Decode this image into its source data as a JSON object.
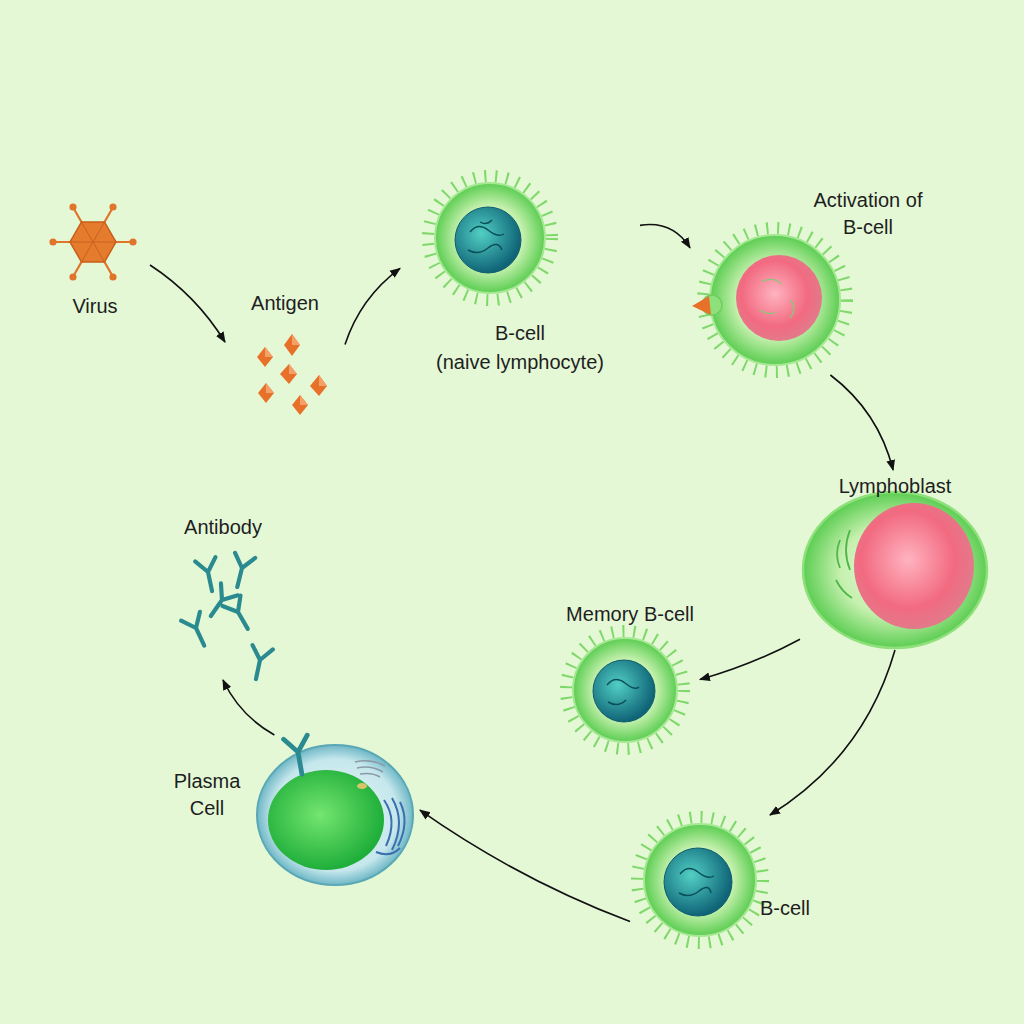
{
  "diagram": {
    "nodes": [
      {
        "text": [
          "Virus"
        ]
      },
      {
        "text": [
          "Antigen"
        ]
      },
      {
        "text": [
          "B-cell",
          "(naive lymphocyte)"
        ]
      },
      {
        "text": [
          "Activation of B-cell"
        ]
      },
      {
        "text": [
          "Lymphoblast"
        ]
      },
      {
        "text": [
          "Memory B-cell"
        ]
      },
      {
        "text": [
          "B-cell"
        ]
      },
      {
        "text": [
          "Plasma Cell"
        ]
      },
      {
        "text": [
          "Antibody"
        ]
      }
    ],
    "edges": [
      {
        "from": 0,
        "to": 1,
        "arrow": "to"
      },
      {
        "from": 1,
        "to": 2,
        "arrow": "to"
      },
      {
        "from": 2,
        "to": 3,
        "arrow": "to"
      },
      {
        "from": 3,
        "to": 4,
        "arrow": "to"
      },
      {
        "from": 4,
        "to": 5,
        "arrow": "to"
      },
      {
        "from": 4,
        "to": 6,
        "arrow": "to"
      },
      {
        "from": 6,
        "to": 7,
        "arrow": "to"
      },
      {
        "from": 7,
        "to": 8,
        "arrow": "to"
      }
    ]
  }
}
